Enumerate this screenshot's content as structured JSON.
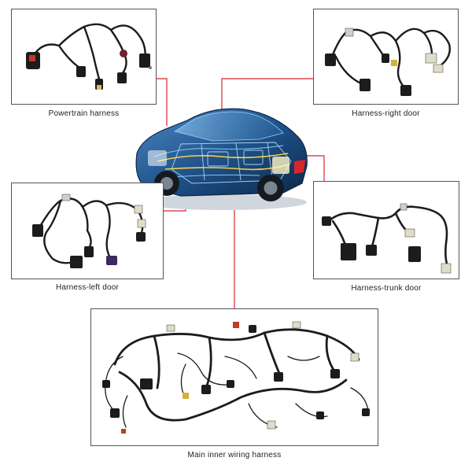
{
  "colors": {
    "callout_line": "#d9252c",
    "panel_border": "#555555",
    "wire": "#1c1c1c",
    "car_body": "#1d4f86",
    "car_dark": "#0d2747",
    "car_glow": "#8fd3ff"
  },
  "panels": {
    "powertrain": {
      "caption": "Powertrain harness"
    },
    "right_door": {
      "caption": "Harness-right door"
    },
    "left_door": {
      "caption": "Harness-left door"
    },
    "trunk_door": {
      "caption": "Harness-trunk door"
    },
    "main_inner": {
      "caption": "Main inner wiring harness"
    }
  }
}
